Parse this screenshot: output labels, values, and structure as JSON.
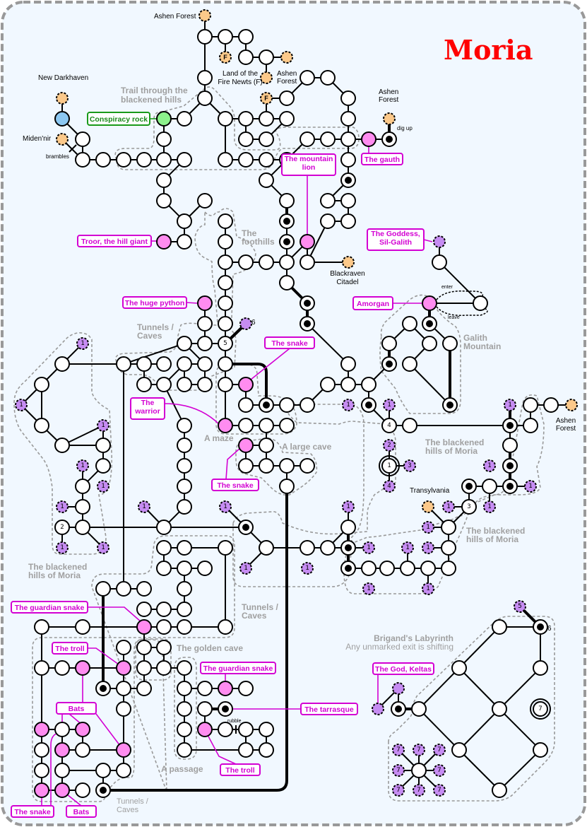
{
  "title": "Moria",
  "colors": {
    "title": "#ff0000",
    "npc": "#d300d3",
    "npc_node": "#ff8cf0",
    "exit_node": "#fcc98a",
    "teleport_node": "#c68cf2",
    "special_green": "#8cf28c",
    "special_blue": "#8cc8f2",
    "region_label": "#a0a0a0",
    "background": "#f1f8ff"
  },
  "regions": [
    {
      "name": "trail",
      "label": [
        "Trail through the",
        "blackened hills"
      ]
    },
    {
      "name": "foothills",
      "label": [
        "The",
        "foothills"
      ]
    },
    {
      "name": "tunnels-caves-1",
      "label": [
        "Tunnels /",
        "Caves"
      ]
    },
    {
      "name": "galith-mountain",
      "label": [
        "Galith",
        "Mountain"
      ]
    },
    {
      "name": "a-maze",
      "label": [
        "A maze"
      ]
    },
    {
      "name": "a-large-cave",
      "label": [
        "A large cave"
      ]
    },
    {
      "name": "blackened-hills-1",
      "label": [
        "The blackened",
        "hills of Moria"
      ]
    },
    {
      "name": "blackened-hills-2",
      "label": [
        "The blackened",
        "hills of Moria"
      ]
    },
    {
      "name": "blackened-hills-3",
      "label": [
        "The blackened",
        "hills of Moria"
      ]
    },
    {
      "name": "tunnels-caves-2",
      "label": [
        "Tunnels /",
        "Caves"
      ]
    },
    {
      "name": "golden-cave",
      "label": [
        "The golden cave"
      ]
    },
    {
      "name": "a-passage",
      "label": [
        "A passage"
      ]
    },
    {
      "name": "tunnels-caves-3",
      "label": [
        "Tunnels /",
        "Caves"
      ]
    },
    {
      "name": "brigands-labyrinth",
      "label": [
        "Brigand's Labyrinth",
        "Any unmarked exit is shifting"
      ]
    }
  ],
  "places": [
    {
      "name": "ashen-forest-top",
      "label": [
        "Ashen Forest"
      ]
    },
    {
      "name": "land-of-fire-newts",
      "label": [
        "Land of the",
        "Fire Newts (F)"
      ]
    },
    {
      "name": "ashen-forest-2",
      "label": [
        "Ashen",
        "Forest"
      ]
    },
    {
      "name": "ashen-forest-3",
      "label": [
        "Ashen",
        "Forest"
      ]
    },
    {
      "name": "new-darkhaven",
      "label": [
        "New Darkhaven"
      ]
    },
    {
      "name": "miden-nir",
      "label": [
        "Miden'nir"
      ]
    },
    {
      "name": "blackraven-citadel",
      "label": [
        "Blackraven",
        "Citadel"
      ]
    },
    {
      "name": "ashen-forest-east",
      "label": [
        "Ashen",
        "Forest"
      ]
    },
    {
      "name": "transylvania",
      "label": [
        "Transylvania"
      ]
    }
  ],
  "annotations": {
    "brambles": "brambles",
    "dig_up": "dig up",
    "enter": "enter",
    "leave": "leave",
    "rubble": "rubble",
    "fire_newt_marker": "F"
  },
  "npcs": [
    {
      "name": "conspiracy-rock",
      "label": [
        "Conspiracy rock"
      ],
      "type": "landmark"
    },
    {
      "name": "the-mountain-lion",
      "label": [
        "The mountain",
        "lion"
      ]
    },
    {
      "name": "the-gauth",
      "label": [
        "The gauth"
      ]
    },
    {
      "name": "troor-the-hill-giant",
      "label": [
        "Troor, the hill giant"
      ]
    },
    {
      "name": "the-goddess-sil-galith",
      "label": [
        "The Goddess,",
        "Sil-Galith"
      ]
    },
    {
      "name": "amorgan",
      "label": [
        "Amorgan"
      ]
    },
    {
      "name": "the-huge-python",
      "label": [
        "The huge python"
      ]
    },
    {
      "name": "the-snake-1",
      "label": [
        "The snake"
      ]
    },
    {
      "name": "the-warrior",
      "label": [
        "The",
        "warrior"
      ]
    },
    {
      "name": "the-snake-2",
      "label": [
        "The snake"
      ]
    },
    {
      "name": "the-guardian-snake-1",
      "label": [
        "The guardian snake"
      ]
    },
    {
      "name": "the-troll-1",
      "label": [
        "The troll"
      ]
    },
    {
      "name": "the-guardian-snake-2",
      "label": [
        "The guardian snake"
      ]
    },
    {
      "name": "the-tarrasque",
      "label": [
        "The tarrasque"
      ]
    },
    {
      "name": "bats-1",
      "label": [
        "Bats"
      ]
    },
    {
      "name": "the-troll-2",
      "label": [
        "The troll"
      ]
    },
    {
      "name": "the-god-keltas",
      "label": [
        "The God, Keltas"
      ]
    },
    {
      "name": "the-snake-3",
      "label": [
        "The snake"
      ]
    },
    {
      "name": "bats-2",
      "label": [
        "Bats"
      ]
    }
  ],
  "teleport_markers": {
    "one": "1",
    "two": "2",
    "three": "3",
    "four": "4",
    "five": "5",
    "six": "6",
    "seven": "7"
  }
}
